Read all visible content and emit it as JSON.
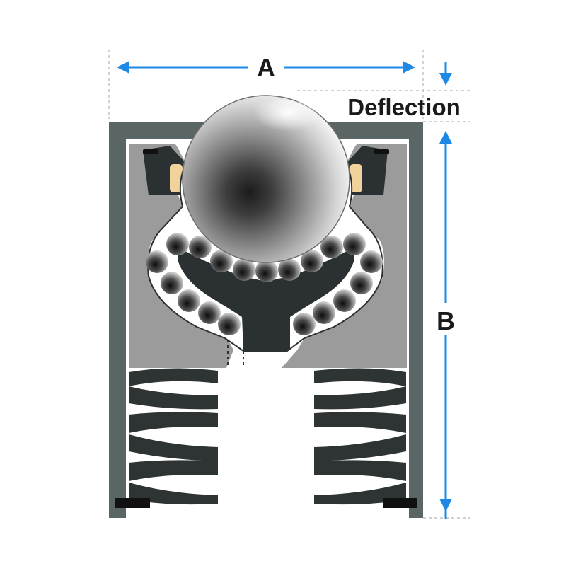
{
  "labels": {
    "width_dimension": "A",
    "deflection": "Deflection",
    "height_dimension": "B"
  },
  "colors": {
    "housing": "#5a6566",
    "inner_body": "#9b9b9b",
    "dark_parts": "#2b3032",
    "spring": "#2e3333",
    "accent_pad": "#f1d29b",
    "dimension_arrow": "#1e88e5",
    "guide_line": "#b5b5b5"
  }
}
